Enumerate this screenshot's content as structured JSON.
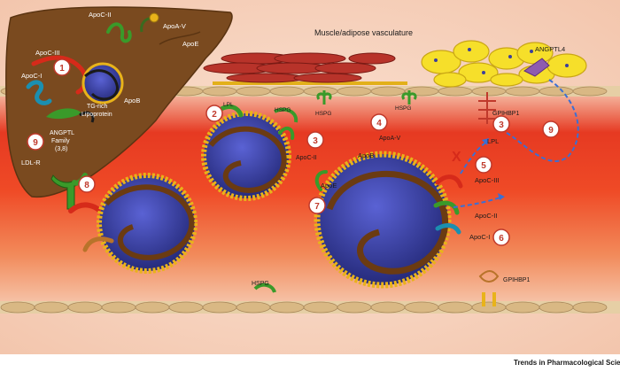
{
  "labels": {
    "vasculature": "Muscle/adipose vasculature",
    "apoc2_top": "ApoC-II",
    "apoa5_top": "ApoA-V",
    "apoe_liver": "ApoE",
    "apoc3_liver": "ApoC-III",
    "apoc1_liver": "ApoC-I",
    "apob_liver": "ApoB",
    "tg_line1": "TG-rich",
    "tg_line2": "Lipoprotein",
    "angptl_line1": "ANGPTL",
    "angptl_line2": "Family",
    "angptl_line3": "(3,8)",
    "ldlr": "LDL-R",
    "angptl4": "ANGPTL4",
    "hspg_mid": "HSPG",
    "hspg_right": "HSPG",
    "hspg_center": "HSPG",
    "lpl_left": "LPL",
    "gpihbp1_top": "GPIHBP1",
    "lpl_right": "LPL",
    "apoc2_mid": "ApoC-II",
    "apoa5_mid": "ApoA-V",
    "apob_right": "ApoB",
    "apoe_right": "ApoE",
    "apoc3_right": "ApoC-III",
    "apoc2_right": "ApoC-II",
    "apoc1_right": "ApoC-I",
    "hspg_bottom": "HSPG",
    "gpihbp1_bottom": "GPIHBP1",
    "x_mark": "X",
    "footer": "Trends in Pharmacological Sciences"
  },
  "markers": [
    "1",
    "2",
    "3",
    "4",
    "3",
    "5",
    "6",
    "7",
    "8",
    "9",
    "9"
  ],
  "colors": {
    "liver": "#7a4a1f",
    "vessel_red": "#e8251c",
    "vessel_pale": "#f7d3c0",
    "endothelium": "#e0c9a0",
    "marker_ring": "#c0392b",
    "apoc3_red": "#d62a1a",
    "apoc2_green": "#3a9a2a",
    "apoc1_teal": "#1b8fb0",
    "core_blue": "#3b3f9c",
    "phospholipid_yellow": "#e8b31a",
    "apob_brown": "#6b3b12",
    "adipocyte_yellow": "#f6df2a",
    "muscle_red": "#b8332a"
  }
}
